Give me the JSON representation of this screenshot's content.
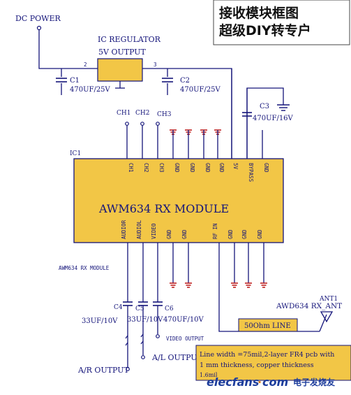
{
  "title": {
    "line1": "接收模块框图",
    "line2": "超级DIY转专户"
  },
  "power": {
    "label": "DC POWER"
  },
  "regulator": {
    "label1": "IC REGULATOR",
    "label2": "5V OUTPUT",
    "pin_in": "2",
    "pin_out": "3"
  },
  "caps": {
    "c1_name": "C1",
    "c1_value": "470UF/25V",
    "c2_name": "C2",
    "c2_value": "470UF/25V",
    "c3_name": "C3",
    "c3_value": "470UF/16V",
    "c4a_name": "C4",
    "c4a_value": "33UF/10V",
    "c5_name": "C5",
    "c5_value": "33UF/10V",
    "c6_name": "C6",
    "c6_value": "470UF/10V"
  },
  "channels": {
    "ch1": "CH1",
    "ch2": "CH2",
    "ch3": "CH3"
  },
  "module": {
    "ref": "IC1",
    "label": "AWM634 RX MODULE",
    "sub_label": "AWM634 RX MODULE",
    "top_pins": [
      "CH1",
      "CH2",
      "CH3",
      "GND",
      "GND",
      "GND",
      "GND",
      "5V",
      "BYPASS",
      "GND"
    ],
    "bottom_pins": [
      "AUDIOR",
      "AUDIOL",
      "VIDEO",
      "GND",
      "GND",
      "RF IN",
      "GND",
      "GND",
      "GND"
    ]
  },
  "antenna": {
    "name": "ANT1",
    "label": "AWD634 RX_ANT"
  },
  "line": {
    "label": "50Ohm LINE"
  },
  "outputs": {
    "video": "VIDEO OUTPUT",
    "al": "A/L OUTPUT",
    "ar": "A/R OUTPUT"
  },
  "note": {
    "line1": "Line width =75mil,2-layer FR4 pcb with",
    "line2": "1 mm thickness, copper thickness",
    "line3": "1.6mil"
  },
  "watermark": {
    "brand": "elecfans",
    "dot": "·",
    "com": "com",
    "cn": "电子发烧友"
  }
}
